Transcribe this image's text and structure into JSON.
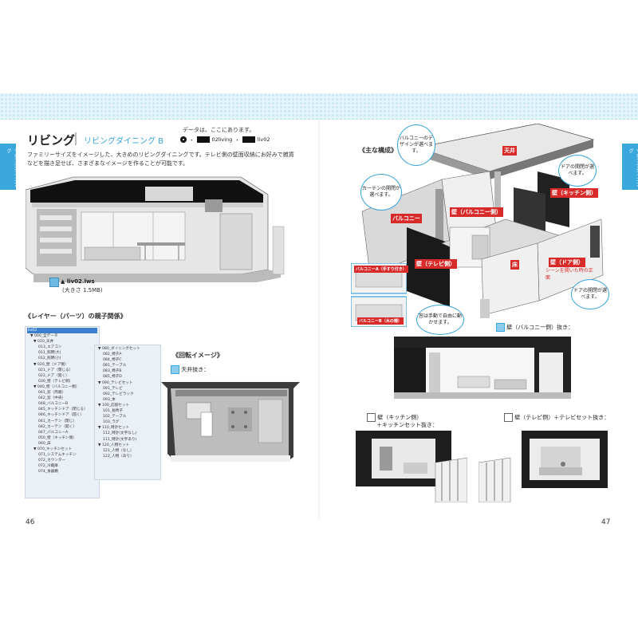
{
  "left_page": {
    "spine_label": "リビングダイニング",
    "title": "リビング",
    "subtitle": "リビングダイニング B",
    "data_location_label": "データは、ここにあります。",
    "data_path": [
      {
        "icon": "disc-icon",
        "text": ""
      },
      {
        "text": "02living"
      },
      {
        "text": "liv02"
      }
    ],
    "path_separator": "・",
    "intro": "ファミリーサイズをイメージした、大きめのリビングダイニングです。テレビ側の壁面収納にお好みで雑貨などを描き足せば、さまざまなイメージを作ることが可能です。",
    "file_name": "liv02.lws",
    "file_size": "(大きさ 1.5MB)",
    "hierarchy_title": "《レイヤー（パーツ）の親子関係》",
    "tree_left": [
      "liv02",
      "▼ 000_全データ",
      "▼ 010_天井",
      "013_エアコン",
      "011_照明(大)",
      "012_照明(小)",
      "▼ 020_壁（ドア側）",
      "021_ドア（閉じる）",
      "022_ドア（開く）",
      "030_壁（テレビ側）",
      "▼ 040_壁（バルコニー側）",
      "041_窓（両端）",
      "042_窓（中央）",
      "048_バルコニーB",
      "045_キッチンドア（閉じる）",
      "046_キッチンドア（開く）",
      "041_カーテン（閉じ）",
      "042_カーテン（開く）",
      "047_バルコニーA",
      "050_壁（キッチン側）",
      "060_床",
      "▼ 070_キッチンセット",
      "071_システムキッチン",
      "072_カウンター",
      "072_冷蔵庫",
      "074_食器棚"
    ],
    "tree_right": [
      "▼ 080_ダイニングセット",
      "082_椅子A",
      "084_椅子C",
      "081_テーブル",
      "083_椅子B",
      "085_椅子D",
      "▼ 090_テレビセット",
      "091_テレビ",
      "092_テレビラック",
      "093_本",
      "▼ 100_応接セット",
      "101_長椅子",
      "102_テーブル",
      "103_ラグ",
      "▼ 110_時計セット",
      "112_時計(文字なし)",
      "111_時計(文字あり)",
      "▼ 120_人物セット",
      "121_人物（なし）",
      "122_人物（あり）"
    ],
    "rotation_title": "《回転イメージ》",
    "rotation_caption": "天井抜き：",
    "page_number": "46"
  },
  "right_page": {
    "spine_label": "リビングダイニング",
    "main_title": "《主な構成》",
    "labels": {
      "ceiling": "天井",
      "wall_kitchen": "壁（キッチン側）",
      "wall_balcony": "壁（バルコニー側）",
      "balcony": "バルコニー",
      "wall_tv": "壁（テレビ側）",
      "floor": "床",
      "wall_door": "壁（ドア側）",
      "balcony_a": "バルコニーA（手すり付き）",
      "balcony_b": "バルコニーB（木の柵）"
    },
    "bubbles": {
      "curtain": "カーテンの開閉が選べます。",
      "balcony_design": "バルコニーのデザインが選べます。",
      "door_top": "ドアの開閉が選べます。",
      "door_bottom": "ドアの開閉が選べます。",
      "window": "窓は手動で自由に動かせます。",
      "scene": "シーンを開いた時の正面"
    },
    "section1_caption": "壁（バルコニー側）抜き：",
    "section2_caption_line1": "壁（キッチン側）",
    "section2_caption_line2": "＋キッチンセット抜き：",
    "section3_caption": "壁（テレビ側）＋テレビセット抜き：",
    "page_number": "47"
  },
  "colors": {
    "accent": "#3aa8dc",
    "label_red": "#d92a2a"
  }
}
